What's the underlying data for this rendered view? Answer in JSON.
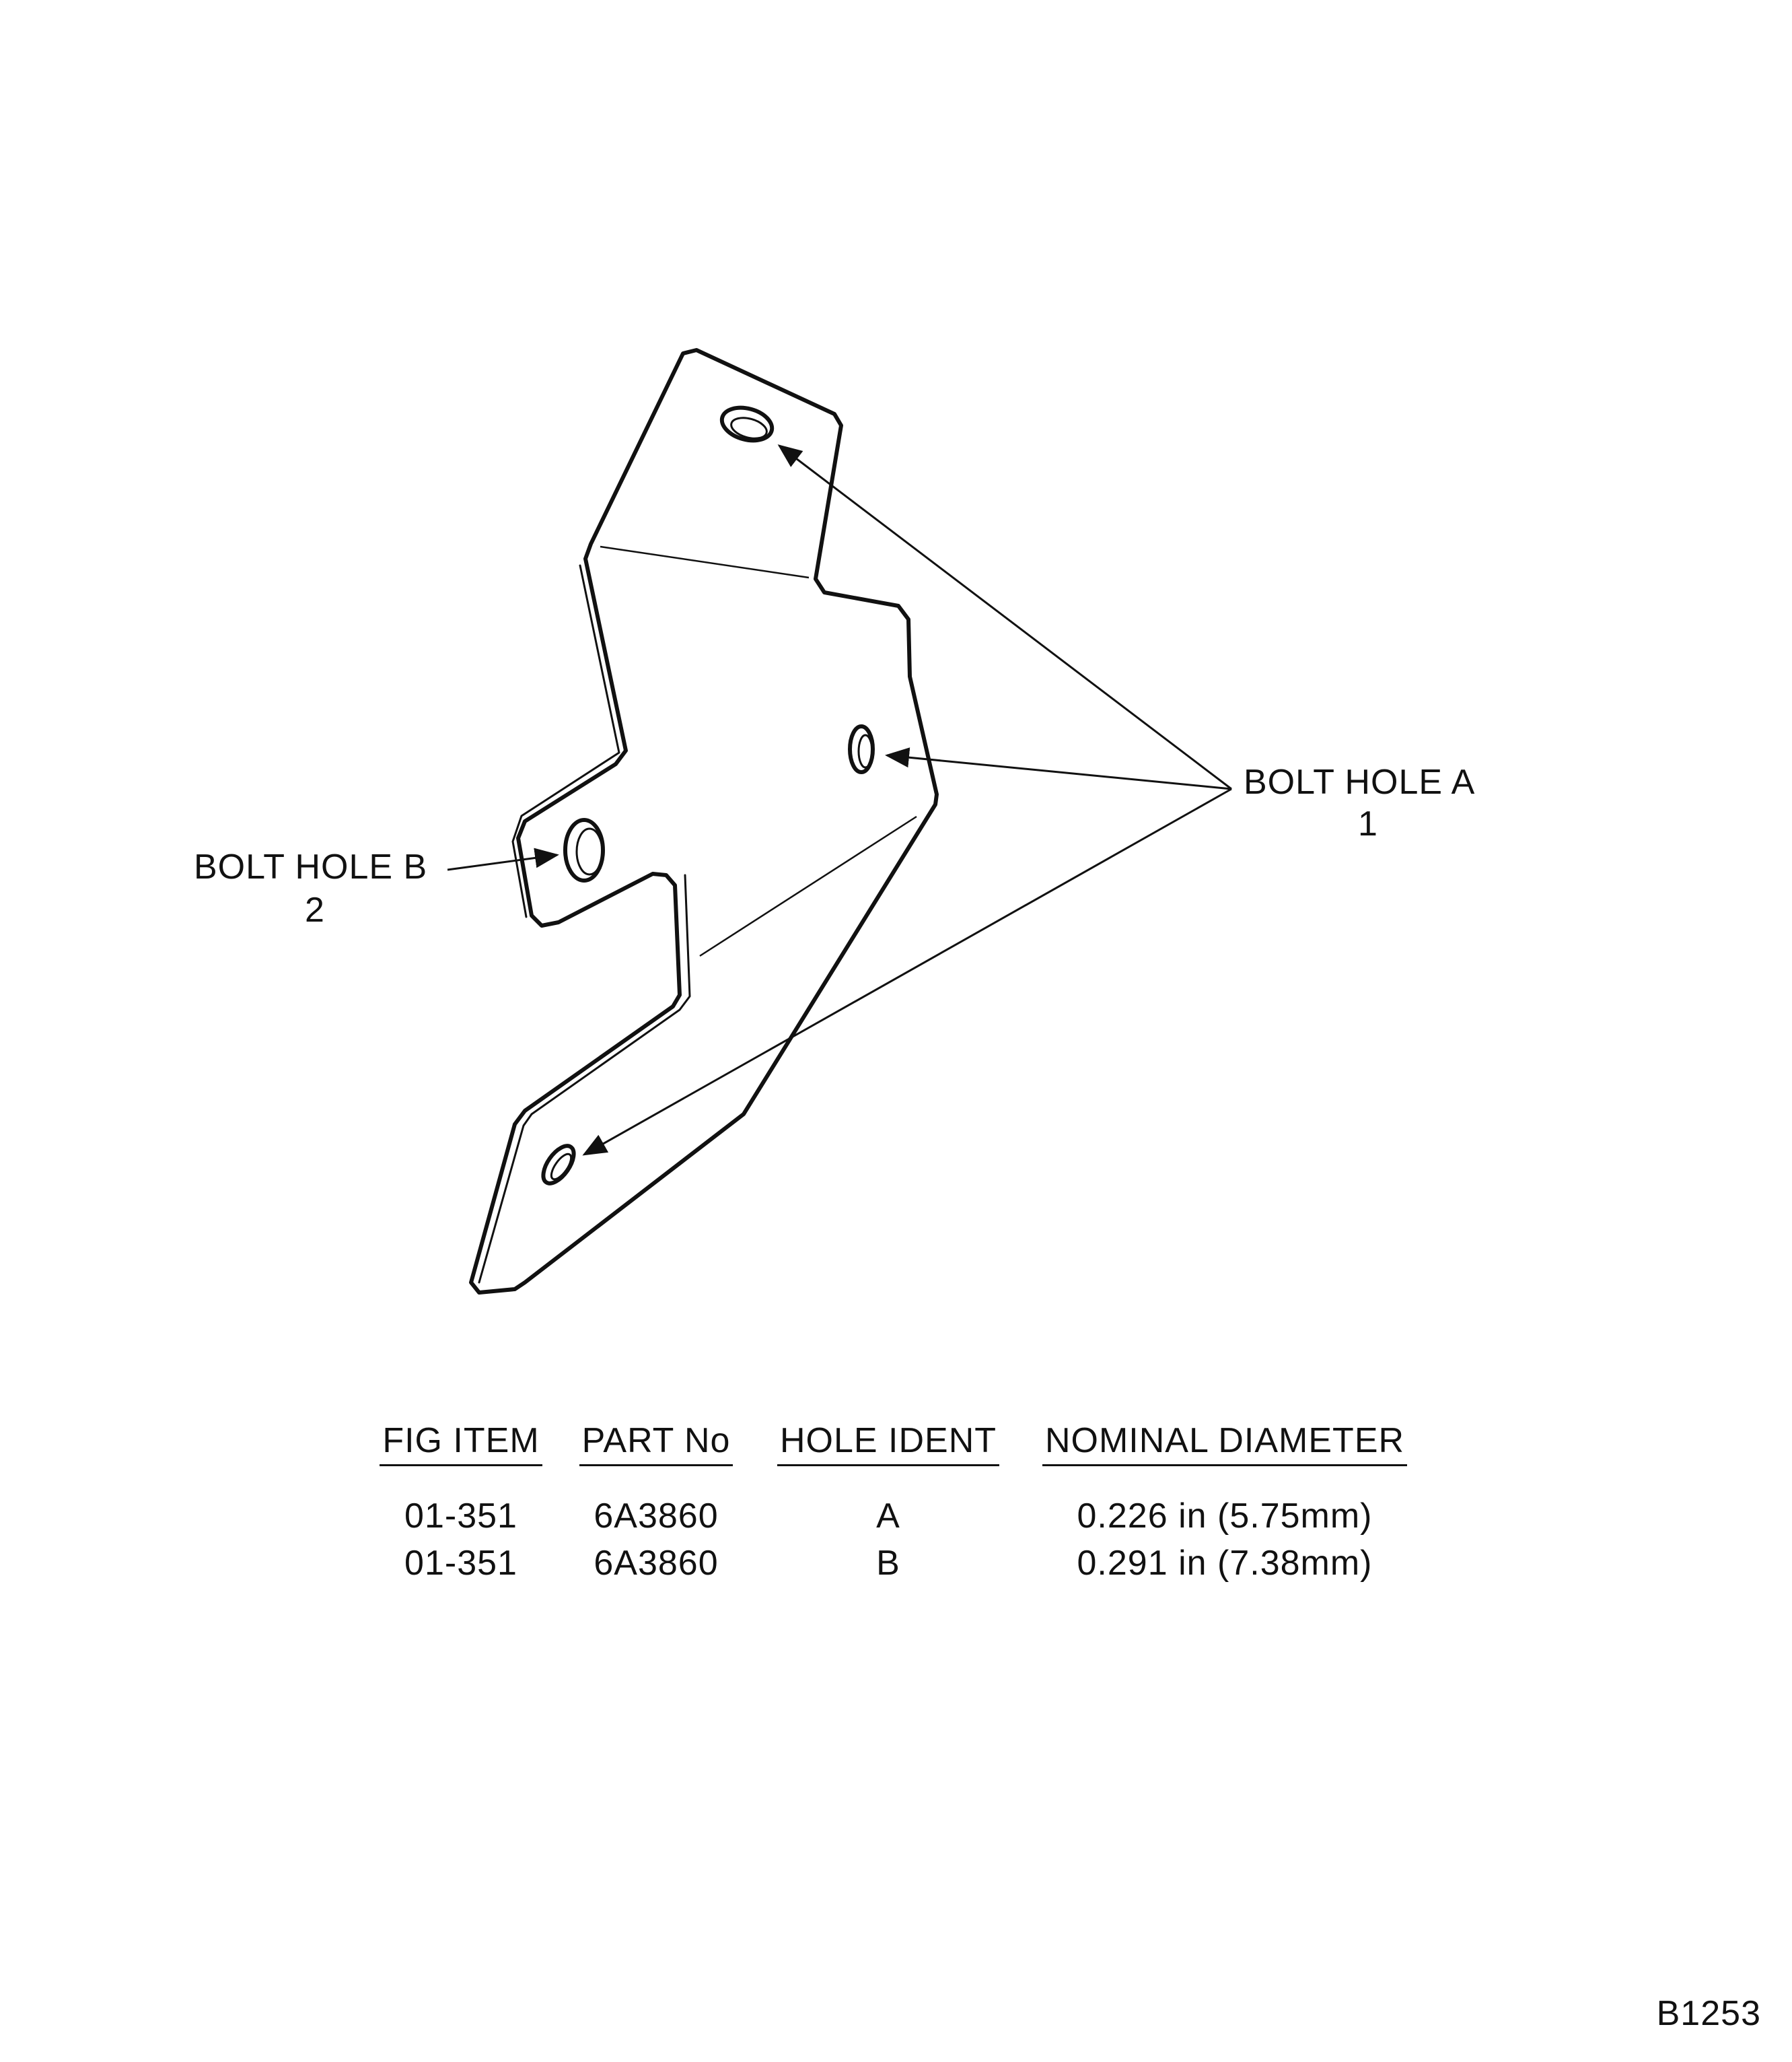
{
  "callouts": {
    "bolt_hole_a": {
      "label": "BOLT HOLE A",
      "number": "1"
    },
    "bolt_hole_b": {
      "label": "BOLT HOLE B",
      "number": "2"
    }
  },
  "table": {
    "headers": [
      "FIG ITEM",
      "PART No",
      "HOLE IDENT",
      "NOMINAL DIAMETER"
    ],
    "rows": [
      [
        "01-351",
        "6A3860",
        "A",
        "0.226 in (5.75mm)"
      ],
      [
        "01-351",
        "6A3860",
        "B",
        "0.291 in (7.38mm)"
      ]
    ]
  },
  "drawing_ref": "B1253"
}
